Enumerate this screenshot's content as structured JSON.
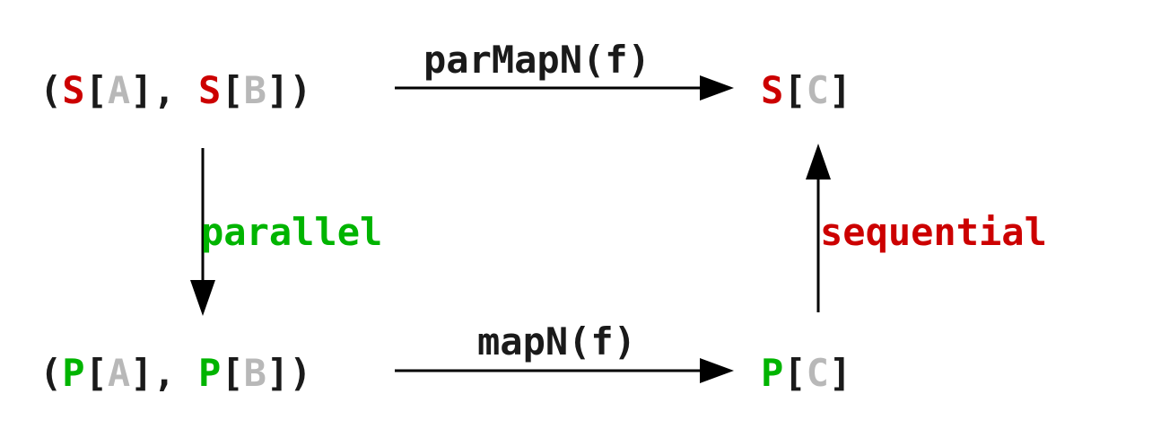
{
  "colors": {
    "text": "#1a1a1a",
    "wrapper_s": "#cc0000",
    "wrapper_p": "#00b400",
    "type_param": "#b8b8b8",
    "arrow": "#000000"
  },
  "nodes": {
    "top_left": {
      "parts": [
        {
          "text": "(",
          "role": "text"
        },
        {
          "text": "S",
          "role": "wrapper_s"
        },
        {
          "text": "[",
          "role": "text"
        },
        {
          "text": "A",
          "role": "type_param"
        },
        {
          "text": "], ",
          "role": "text"
        },
        {
          "text": "S",
          "role": "wrapper_s"
        },
        {
          "text": "[",
          "role": "text"
        },
        {
          "text": "B",
          "role": "type_param"
        },
        {
          "text": "])",
          "role": "text"
        }
      ]
    },
    "top_right": {
      "parts": [
        {
          "text": "S",
          "role": "wrapper_s"
        },
        {
          "text": "[",
          "role": "text"
        },
        {
          "text": "C",
          "role": "type_param"
        },
        {
          "text": "]",
          "role": "text"
        }
      ]
    },
    "bottom_left": {
      "parts": [
        {
          "text": "(",
          "role": "text"
        },
        {
          "text": "P",
          "role": "wrapper_p"
        },
        {
          "text": "[",
          "role": "text"
        },
        {
          "text": "A",
          "role": "type_param"
        },
        {
          "text": "], ",
          "role": "text"
        },
        {
          "text": "P",
          "role": "wrapper_p"
        },
        {
          "text": "[",
          "role": "text"
        },
        {
          "text": "B",
          "role": "type_param"
        },
        {
          "text": "])",
          "role": "text"
        }
      ]
    },
    "bottom_right": {
      "parts": [
        {
          "text": "P",
          "role": "wrapper_p"
        },
        {
          "text": "[",
          "role": "text"
        },
        {
          "text": "C",
          "role": "type_param"
        },
        {
          "text": "]",
          "role": "text"
        }
      ]
    }
  },
  "edges": {
    "top": {
      "label": "parMapN(f)",
      "color": "#1a1a1a"
    },
    "bottom": {
      "label": "mapN(f)",
      "color": "#1a1a1a"
    },
    "left": {
      "label": "parallel",
      "color": "#00b400"
    },
    "right": {
      "label": "sequential",
      "color": "#cc0000"
    }
  }
}
